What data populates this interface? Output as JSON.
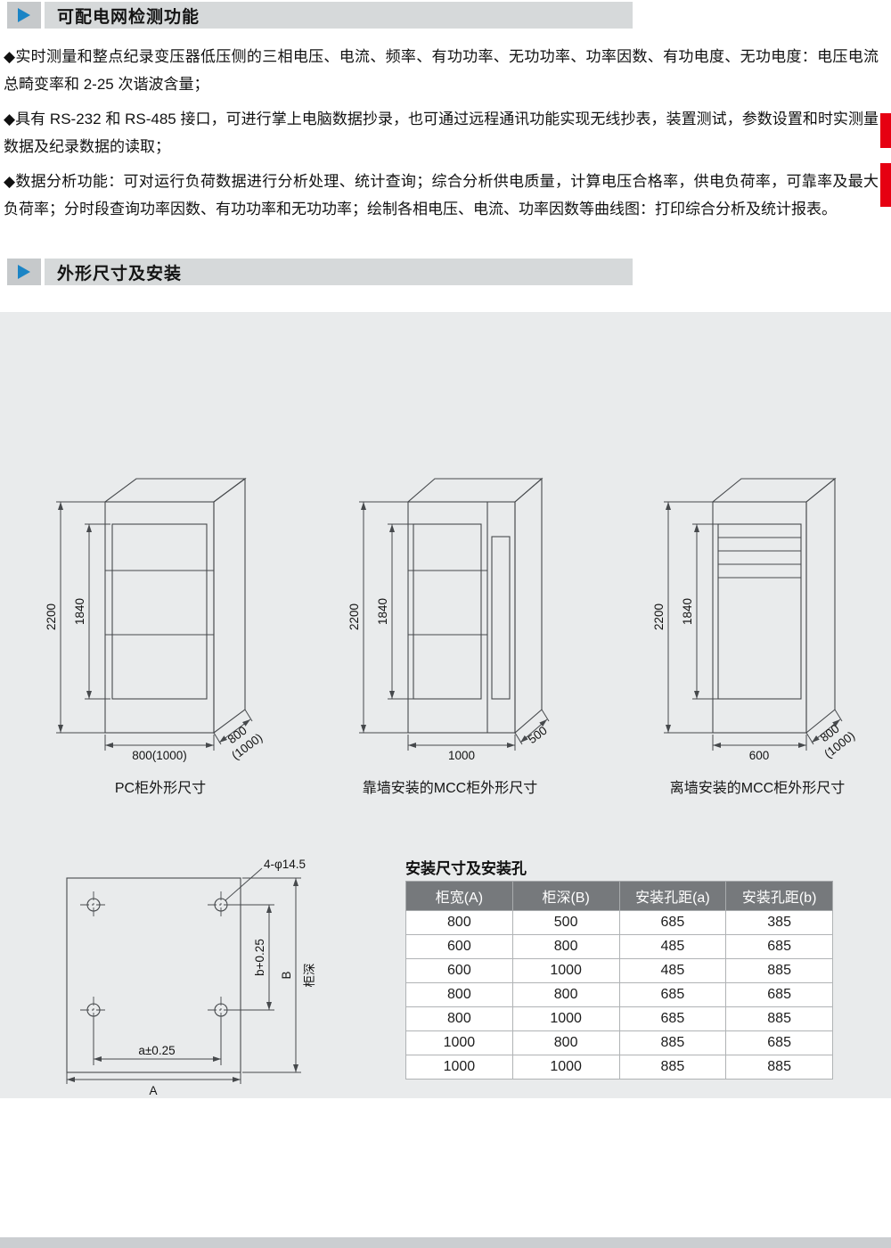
{
  "section1": {
    "title": "可配电网检测功能",
    "bullets": [
      "◆实时测量和整点纪录变压器低压侧的三相电压、电流、频率、有功功率、无功功率、功率因数、有功电度、无功电度：电压电流总畸变率和 2-25 次谐波含量；",
      "◆具有 RS-232 和 RS-485 接口，可进行掌上电脑数据抄录，也可通过远程通讯功能实现无线抄表，装置测试，参数设置和时实测量数据及纪录数据的读取；",
      "◆数据分析功能：可对运行负荷数据进行分析处理、统计查询；综合分析供电质量，计算电压合格率，供电负荷率，可靠率及最大负荷率；分时段查询功率因数、有功功率和无功功率；绘制各相电压、电流、功率因数等曲线图：打印综合分析及统计报表。"
    ]
  },
  "section2": {
    "title": "外形尺寸及安装"
  },
  "drawings": [
    {
      "caption": "PC柜外形尺寸",
      "dim_height": "2200",
      "dim_inner": "1840",
      "dim_width": "800(1000)",
      "dim_depth_1": "800",
      "dim_depth_2": "(1000)"
    },
    {
      "caption": "靠墙安装的MCC柜外形尺寸",
      "dim_height": "2200",
      "dim_inner": "1840",
      "dim_width": "1000",
      "dim_depth_1": "500",
      "dim_depth_2": ""
    },
    {
      "caption": "离墙安装的MCC柜外形尺寸",
      "dim_height": "2200",
      "dim_inner": "1840",
      "dim_width": "600",
      "dim_depth_1": "800",
      "dim_depth_2": "(1000)"
    }
  ],
  "mounting": {
    "holes_label": "4-φ14.5",
    "dim_b": "b+0.25",
    "dim_B": "B",
    "depth_label": "柜深",
    "dim_a": "a±0.25",
    "dim_A": "A"
  },
  "install_table": {
    "title": "安装尺寸及安装孔",
    "headers": [
      "柜宽(A)",
      "柜深(B)",
      "安装孔距(a)",
      "安装孔距(b)"
    ],
    "rows": [
      [
        "800",
        "500",
        "685",
        "385"
      ],
      [
        "600",
        "800",
        "485",
        "685"
      ],
      [
        "600",
        "1000",
        "485",
        "885"
      ],
      [
        "800",
        "800",
        "685",
        "685"
      ],
      [
        "800",
        "1000",
        "685",
        "885"
      ],
      [
        "1000",
        "800",
        "885",
        "685"
      ],
      [
        "1000",
        "1000",
        "885",
        "885"
      ]
    ]
  },
  "colors": {
    "accent_blue": "#1b84c5",
    "mark_red": "#e60012",
    "header_gray": "#d6d9da",
    "panel_gray": "#e9ebec",
    "table_header_gray": "#76797c"
  }
}
